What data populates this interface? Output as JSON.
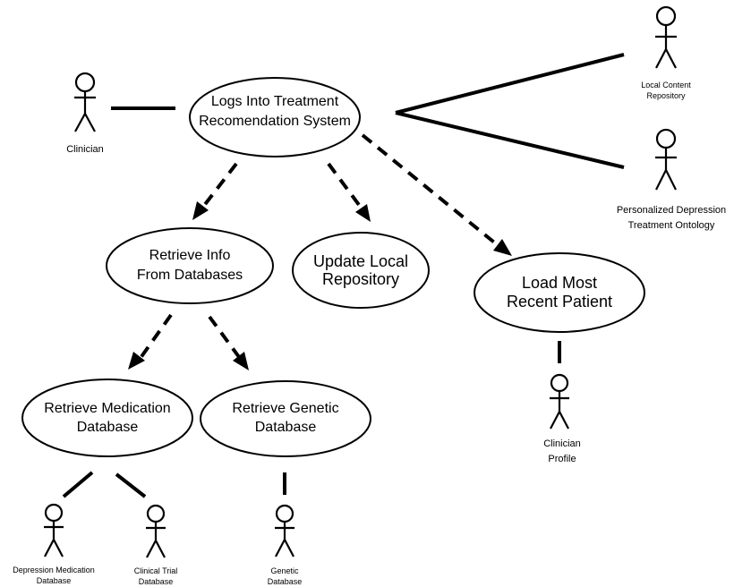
{
  "use_cases": {
    "login": [
      "Logs Into Treatment",
      "Recomendation System"
    ],
    "retrieve_info": [
      "Retrieve Info",
      "From Databases"
    ],
    "update_repo": [
      "Update Local",
      "Repository"
    ],
    "load_patient": [
      "Load Most",
      "Recent Patient"
    ],
    "retrieve_medication": [
      "Retrieve Medication",
      "Database"
    ],
    "retrieve_genetic": [
      "Retrieve Genetic",
      "Database"
    ]
  },
  "actors": {
    "clinician": [
      "Clinician"
    ],
    "local_content_repository": [
      "Local Content",
      "Repository"
    ],
    "ontology": [
      "Personalized Depression",
      "Treatment Ontology"
    ],
    "clinician_profile": [
      "Clinician",
      "Profile"
    ],
    "depression_medication_db": [
      "Depression Medication",
      "Database"
    ],
    "clinical_trial_db": [
      "Clinical Trial",
      "Database"
    ],
    "genetic_db": [
      "Genetic",
      "Database"
    ]
  }
}
